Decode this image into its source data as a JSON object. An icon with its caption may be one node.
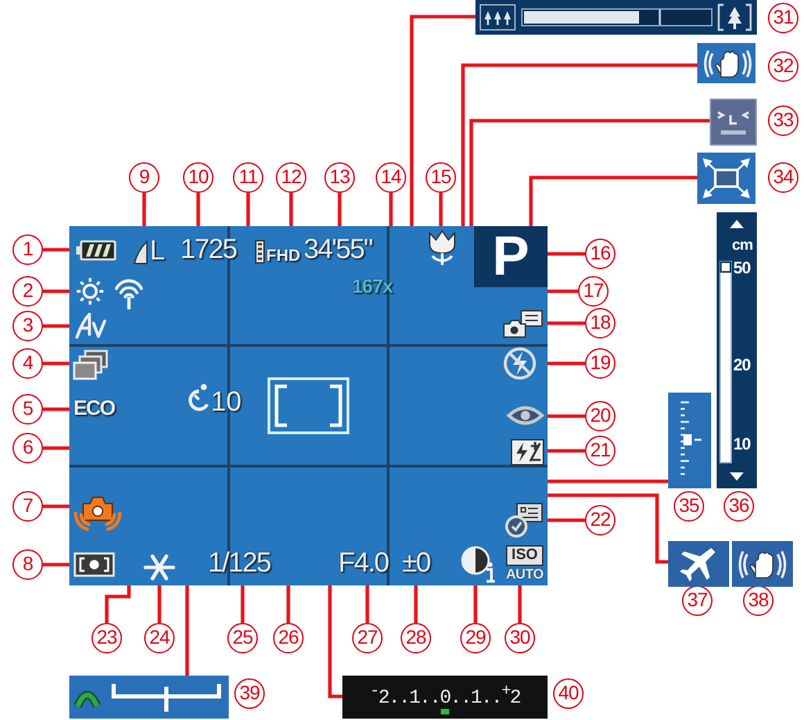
{
  "diagram": {
    "nodes": [
      {
        "text": [],
        "shape": "box"
      },
      {
        "text": [
          "1"
        ]
      },
      {
        "text": [],
        "shape": "picture",
        "in": 0
      },
      {
        "text": [
          "2"
        ]
      },
      {
        "text": [],
        "shape": "picture",
        "in": 0
      },
      {
        "text": [
          "3"
        ]
      },
      {
        "text": [],
        "shape": "picture",
        "in": 0
      },
      {
        "text": [
          "4"
        ]
      },
      {
        "text": [],
        "shape": "picture",
        "in": 0
      },
      {
        "text": [
          "5"
        ]
      },
      {
        "text": [
          "ECO"
        ],
        "in": 0
      },
      {
        "text": [
          "6"
        ]
      },
      {
        "text": [
          "7"
        ]
      },
      {
        "text": [],
        "shape": "picture",
        "in": 0
      },
      {
        "text": [
          "8"
        ]
      },
      {
        "text": [],
        "shape": "picture",
        "in": 0
      },
      {
        "text": [
          "9"
        ]
      },
      {
        "text": [
          "L"
        ],
        "in": 0
      },
      {
        "text": [
          "10"
        ]
      },
      {
        "text": [
          "1725"
        ],
        "in": 0
      },
      {
        "text": [
          "11"
        ]
      },
      {
        "text": [
          "10"
        ],
        "in": 0
      },
      {
        "text": [
          "12"
        ]
      },
      {
        "text": [
          "FHD"
        ],
        "in": 0
      },
      {
        "text": [
          "13"
        ]
      },
      {
        "text": [
          "34'55\""
        ],
        "in": 0
      },
      {
        "text": [
          "14"
        ]
      },
      {
        "text": [
          "167x"
        ],
        "in": 0
      },
      {
        "text": [
          "15"
        ]
      },
      {
        "text": [],
        "shape": "picture",
        "in": 0
      },
      {
        "text": [
          "16"
        ]
      },
      {
        "text": [
          "P"
        ],
        "in": 0
      },
      {
        "text": [
          "17"
        ]
      },
      {
        "text": [],
        "shape": "box",
        "in": 0
      },
      {
        "text": [
          "18"
        ]
      },
      {
        "text": [],
        "shape": "picture",
        "in": 0
      },
      {
        "text": [
          "19"
        ]
      },
      {
        "text": [],
        "shape": "picture",
        "in": 0
      },
      {
        "text": [
          "20"
        ]
      },
      {
        "text": [],
        "shape": "picture",
        "in": 0
      },
      {
        "text": [
          "21"
        ]
      },
      {
        "text": [],
        "shape": "picture",
        "in": 0
      },
      {
        "text": [
          "22"
        ]
      },
      {
        "text": [],
        "shape": "picture",
        "in": 0
      },
      {
        "text": [
          "23"
        ]
      },
      {
        "text": [],
        "shape": "picture",
        "in": 0
      },
      {
        "text": [
          "24"
        ]
      },
      {
        "text": [],
        "shape": "picture",
        "in": 0
      },
      {
        "text": [
          "25"
        ]
      },
      {
        "text": [
          "1/125"
        ],
        "in": 0
      },
      {
        "text": [
          "26"
        ]
      },
      {
        "text": [],
        "shape": "box",
        "in": 33
      },
      {
        "text": [
          "27"
        ]
      },
      {
        "text": [
          "F4.0"
        ],
        "in": 0
      },
      {
        "text": [
          "28"
        ]
      },
      {
        "text": [
          "±0"
        ],
        "in": 0
      },
      {
        "text": [
          "29"
        ]
      },
      {
        "text": [],
        "shape": "picture",
        "in": 0
      },
      {
        "text": [
          "30"
        ]
      },
      {
        "text": [
          "ISO",
          "AUTO"
        ],
        "in": 0
      },
      {
        "text": [
          "31"
        ]
      },
      {
        "text": [],
        "shape": "bar"
      },
      {
        "text": [
          "32"
        ]
      },
      {
        "text": [],
        "shape": "picture"
      },
      {
        "text": [
          "33"
        ]
      },
      {
        "text": [],
        "shape": "picture"
      },
      {
        "text": [
          "34"
        ]
      },
      {
        "text": [],
        "shape": "picture"
      },
      {
        "text": [
          "35"
        ]
      },
      {
        "text": [],
        "shape": "bar"
      },
      {
        "text": [
          "36"
        ]
      },
      {
        "text": [
          "cm",
          "50",
          "20",
          "10"
        ]
      },
      {
        "text": [
          "37"
        ]
      },
      {
        "text": [],
        "shape": "picture"
      },
      {
        "text": [
          "38"
        ]
      },
      {
        "text": [],
        "shape": "picture"
      },
      {
        "text": [
          "39"
        ]
      },
      {
        "text": [],
        "shape": "bar"
      },
      {
        "text": [
          "40"
        ]
      },
      {
        "text": [
          "$^{-}$2..1..0..1..$^{+}$2"
        ]
      }
    ],
    "edges": [
      {
        "from": 1,
        "to": 2,
        "arrow": "none"
      },
      {
        "from": 3,
        "to": 4,
        "arrow": "none"
      },
      {
        "from": 5,
        "to": 6,
        "arrow": "none"
      },
      {
        "from": 7,
        "to": 8,
        "arrow": "none"
      },
      {
        "from": 9,
        "to": 10,
        "arrow": "none"
      },
      {
        "from": 11,
        "to": 0,
        "arrow": "none"
      },
      {
        "from": 12,
        "to": 13,
        "arrow": "none"
      },
      {
        "from": 14,
        "to": 15,
        "arrow": "none"
      },
      {
        "from": 16,
        "to": 17,
        "arrow": "none"
      },
      {
        "from": 18,
        "to": 19,
        "arrow": "none"
      },
      {
        "from": 20,
        "to": 21,
        "arrow": "none"
      },
      {
        "from": 22,
        "to": 23,
        "arrow": "none"
      },
      {
        "from": 24,
        "to": 25,
        "arrow": "none"
      },
      {
        "from": 26,
        "to": 27,
        "arrow": "none"
      },
      {
        "from": 28,
        "to": 29,
        "arrow": "none"
      },
      {
        "from": 30,
        "to": 31,
        "arrow": "none"
      },
      {
        "from": 32,
        "to": 33,
        "arrow": "none"
      },
      {
        "from": 34,
        "to": 35,
        "arrow": "none"
      },
      {
        "from": 36,
        "to": 37,
        "arrow": "none"
      },
      {
        "from": 38,
        "to": 39,
        "arrow": "none"
      },
      {
        "from": 40,
        "to": 41,
        "arrow": "none"
      },
      {
        "from": 42,
        "to": 43,
        "arrow": "none"
      },
      {
        "from": 44,
        "to": 45,
        "arrow": "none"
      },
      {
        "from": 46,
        "to": 47,
        "arrow": "none"
      },
      {
        "from": 48,
        "to": 49,
        "arrow": "none"
      },
      {
        "from": 50,
        "to": 51,
        "arrow": "none"
      },
      {
        "from": 52,
        "to": 53,
        "arrow": "none"
      },
      {
        "from": 54,
        "to": 55,
        "arrow": "none"
      },
      {
        "from": 56,
        "to": 57,
        "arrow": "none"
      },
      {
        "from": 58,
        "to": 59,
        "arrow": "none"
      },
      {
        "from": 61,
        "to": 0,
        "arrow": "none"
      },
      {
        "from": 63,
        "to": 0,
        "arrow": "none"
      },
      {
        "from": 65,
        "to": 31,
        "arrow": "none"
      },
      {
        "from": 67,
        "to": 31,
        "arrow": "none"
      },
      {
        "from": 69,
        "to": 0,
        "arrow": "none"
      },
      {
        "from": 73,
        "to": 0,
        "arrow": "none"
      },
      {
        "from": 77,
        "to": 0,
        "arrow": "none"
      },
      {
        "from": 79,
        "to": 0,
        "arrow": "none"
      }
    ]
  }
}
